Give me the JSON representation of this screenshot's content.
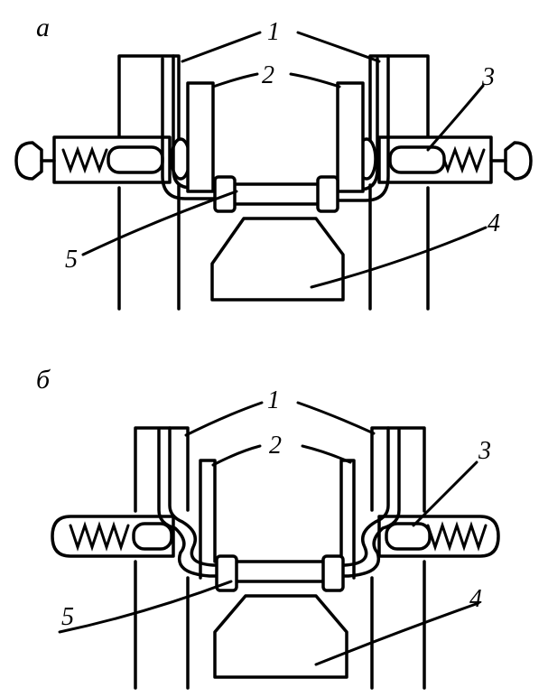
{
  "panels": [
    {
      "id": "a",
      "letter": "а",
      "labels": {
        "l1": "1",
        "l2": "2",
        "l3": "3",
        "l4": "4",
        "l5": "5"
      }
    },
    {
      "id": "b",
      "letter": "б",
      "labels": {
        "l1": "1",
        "l2": "2",
        "l3": "3",
        "l4": "4",
        "l5": "5"
      }
    }
  ],
  "colors": {
    "ink": "#000000",
    "paper": "#ffffff"
  }
}
